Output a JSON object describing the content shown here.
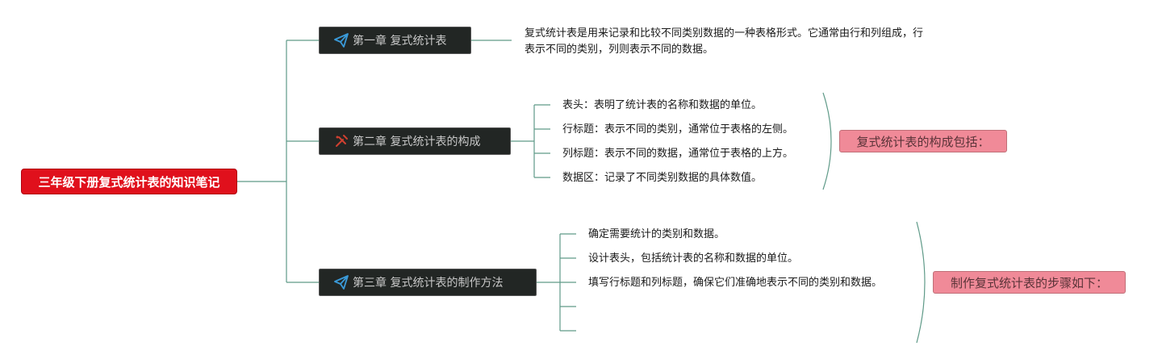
{
  "root": {
    "label": "三年级下册复式统计表的知识笔记"
  },
  "chapters": [
    {
      "label": "第一章 复式统计表",
      "icon": "paper-plane-icon",
      "content": "复式统计表是用来记录和比较不同类别数据的一种表格形式。它通常由行和列组成，行表示不同的类别，列则表示不同的数据。"
    },
    {
      "label": "第二章 复式统计表的构成",
      "icon": "pen-tools-icon",
      "items": [
        "表头：表明了统计表的名称和数据的单位。",
        "行标题：表示不同的类别，通常位于表格的左侧。",
        "列标题：表示不同的数据，通常位于表格的上方。",
        "数据区：记录了不同类别数据的具体数值。"
      ],
      "summary": "复式统计表的构成包括："
    },
    {
      "label": "第三章 复式统计表的制作方法",
      "icon": "paper-plane-icon",
      "items": [
        "确定需要统计的类别和数据。",
        "设计表头，包括统计表的名称和数据的单位。",
        "填写行标题和列标题，确保它们准确地表示不同的类别和数据。",
        "",
        ""
      ],
      "summary": "制作复式统计表的步骤如下："
    }
  ],
  "colors": {
    "connector": "#5f9a88",
    "root_fill": "#e0101c",
    "chapter_fill": "#222624",
    "summary_fill": "#f08a98",
    "plane_icon": "#3a9ad9",
    "pen_icon": "#d04030"
  }
}
